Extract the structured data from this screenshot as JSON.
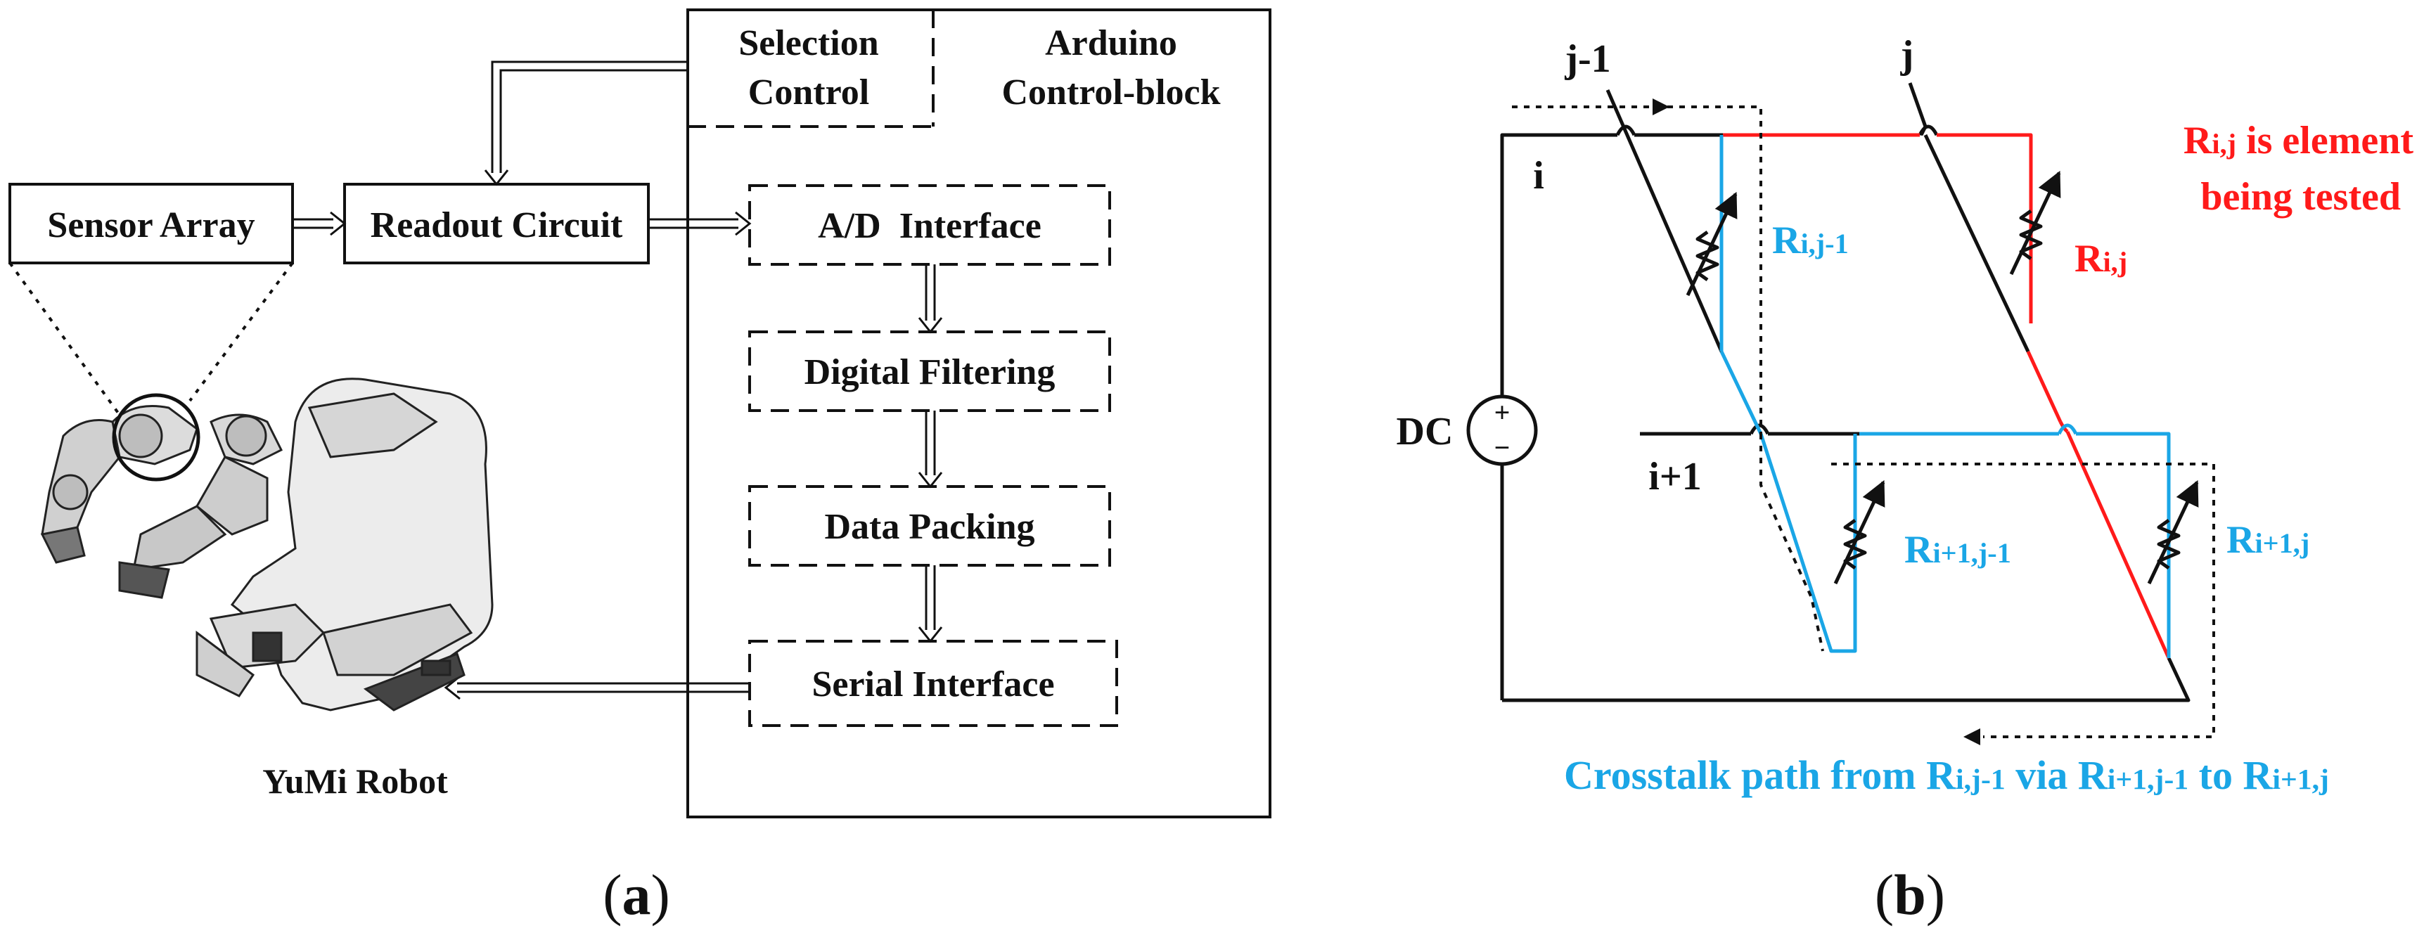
{
  "colors": {
    "black": "#111111",
    "red": "#ff1a1a",
    "blue": "#1aa6e6",
    "background": "#ffffff"
  },
  "panel_a": {
    "caption_letter": "a",
    "caption_open": "(",
    "caption_close": ")",
    "sensor_array": "Sensor Array",
    "readout_circuit": "Readout Circuit",
    "selection_control_line1": "Selection",
    "selection_control_line2": "Control",
    "arduino_line1": "Arduino",
    "arduino_line2": "Control-block",
    "ad_interface": "A/D  Interface",
    "digital_filtering": "Digital Filtering",
    "data_packing": "Data Packing",
    "serial_interface": "Serial Interface",
    "robot_label": "YuMi Robot"
  },
  "panel_b": {
    "caption_letter": "b",
    "caption_open": "(",
    "caption_close": ")",
    "col_j_minus_1": "j-1",
    "col_j": "j",
    "row_i": "i",
    "row_i_plus_1": "i+1",
    "dc_label": "DC",
    "plus_sign": "+",
    "minus_sign": "−",
    "r_main": "R",
    "sub_i_j_minus_1": "i,j-1",
    "sub_i_j": "i,j",
    "sub_i1_j_minus_1": "i+1,j-1",
    "sub_i1_j": "i+1,j",
    "tested_line1": "is element",
    "tested_line2": "being tested",
    "crosstalk_prefix": "Crosstalk path from ",
    "crosstalk_via": " via ",
    "crosstalk_to": " to "
  }
}
